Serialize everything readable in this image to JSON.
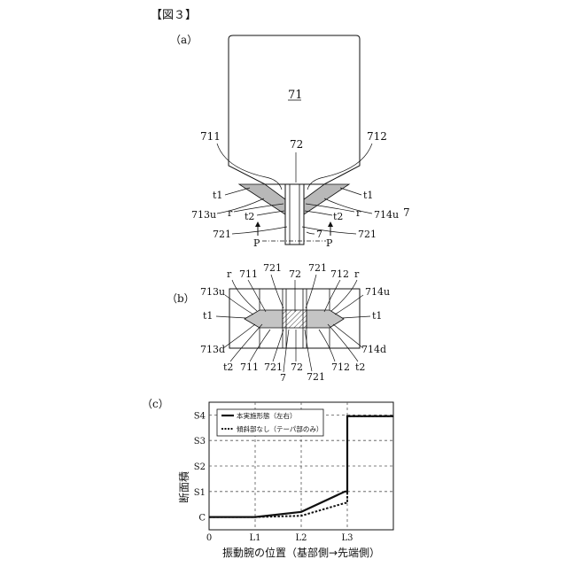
{
  "figure_title": "【図３】",
  "panels": {
    "a": {
      "label": "（a）",
      "body_label": "71",
      "beam_label": "72",
      "labels": {
        "711": "711",
        "712": "712",
        "t1_left": "t1",
        "t1_right": "t1",
        "713u": "713u",
        "714u": "714u",
        "r_left": "r",
        "r_right": "r",
        "t2_left": "t2",
        "t2_right": "t2",
        "721_left": "721",
        "721_right": "721",
        "p_left": "P",
        "p_right": "P",
        "seven_mid": "7",
        "seven_right": "7"
      }
    },
    "b": {
      "label": "（b）",
      "labels": {
        "r_tl": "r",
        "711_t": "711",
        "721_tl": "721",
        "72_t": "72",
        "721_tr": "721",
        "712_t": "712",
        "r_tr": "r",
        "713u": "713u",
        "714u": "714u",
        "t1_l": "t1",
        "t1_r": "t1",
        "713d": "713d",
        "714d": "714d",
        "t2_l": "t2",
        "711_b": "711",
        "721_bl": "721",
        "72_b": "72",
        "712_b": "712",
        "t2_r": "t2",
        "seven_b": "7",
        "721_br": "721"
      }
    },
    "c": {
      "label": "（c）"
    }
  },
  "chart_data": {
    "type": "line",
    "xlabel": "振動腕の位置（基部側→先端側）",
    "ylabel": "断面積",
    "x_ticks": [
      "0",
      "L1",
      "L2",
      "L3"
    ],
    "y_ticks": [
      "C",
      "S1",
      "S2",
      "S3",
      "S4"
    ],
    "x": [
      0,
      1,
      2,
      3,
      4
    ],
    "y_tick_values": [
      0,
      1,
      2,
      3,
      4
    ],
    "grid": true,
    "legend_position": "top-left",
    "series": [
      {
        "name": "本実施形態（左右）",
        "style": "solid",
        "points": [
          [
            0,
            0.0
          ],
          [
            1,
            0.0
          ],
          [
            2,
            0.2
          ],
          [
            2.95,
            1.0
          ],
          [
            3,
            1.0
          ],
          [
            3,
            3.95
          ],
          [
            4,
            3.95
          ]
        ]
      },
      {
        "name": "傾斜部なし（テーパ部のみ）",
        "style": "dashed",
        "points": [
          [
            0,
            0.0
          ],
          [
            1,
            0.0
          ],
          [
            2,
            0.05
          ],
          [
            2.95,
            0.55
          ],
          [
            3,
            0.55
          ],
          [
            3,
            3.95
          ],
          [
            4,
            3.95
          ]
        ]
      }
    ]
  }
}
